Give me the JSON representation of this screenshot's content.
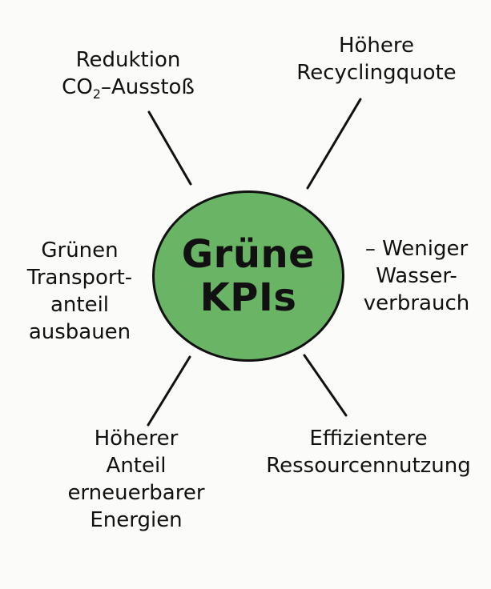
{
  "hub": {
    "lines": [
      "Grüne",
      "KPIs"
    ],
    "fill": "#69b565",
    "stroke": "#111111"
  },
  "kpis": [
    {
      "id": "co2",
      "lines": [
        "Reduktion",
        "CO₂–Ausstoß"
      ]
    },
    {
      "id": "recycling",
      "lines": [
        "Höhere",
        "Recyclingquote"
      ]
    },
    {
      "id": "transport",
      "lines": [
        "Grünen",
        "Transport-",
        "anteil",
        "ausbauen"
      ]
    },
    {
      "id": "water",
      "lines": [
        "– Weniger",
        "Wasser-",
        "verbrauch"
      ]
    },
    {
      "id": "renewable",
      "lines": [
        "Höherer",
        "Anteil",
        "erneuerbarer",
        "Energien"
      ]
    },
    {
      "id": "resources",
      "lines": [
        "Effizientere",
        "Ressourcennutzung"
      ]
    }
  ],
  "colors": {
    "text": "#111111",
    "line": "#111111",
    "background": "#fbfbf9"
  }
}
